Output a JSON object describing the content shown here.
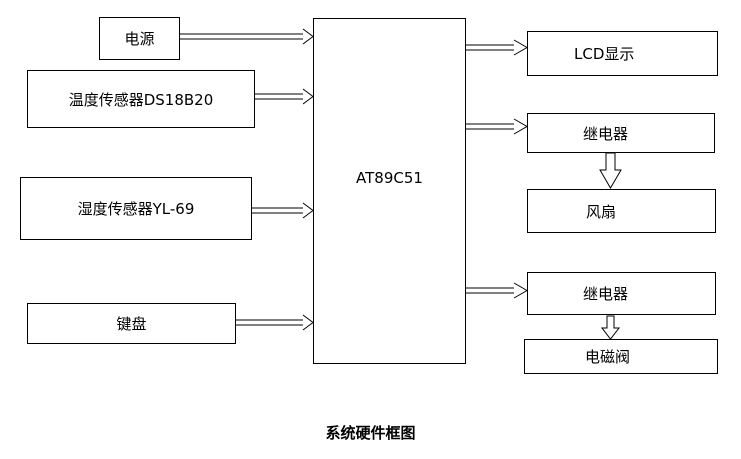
{
  "inputs": {
    "power": "电源",
    "temp_sensor": "温度传感器DS18B20",
    "humidity_sensor": "湿度传感器YL-69",
    "keypad": "键盘"
  },
  "mcu": {
    "label": "AT89C51"
  },
  "outputs": {
    "lcd": "LCD显示",
    "relay_1": "继电器",
    "fan": "风扇",
    "relay_2": "继电器",
    "solenoid_valve": "电磁阀"
  },
  "caption": "系统硬件框图",
  "colors": {
    "stroke": "#000000",
    "background": "#ffffff"
  }
}
